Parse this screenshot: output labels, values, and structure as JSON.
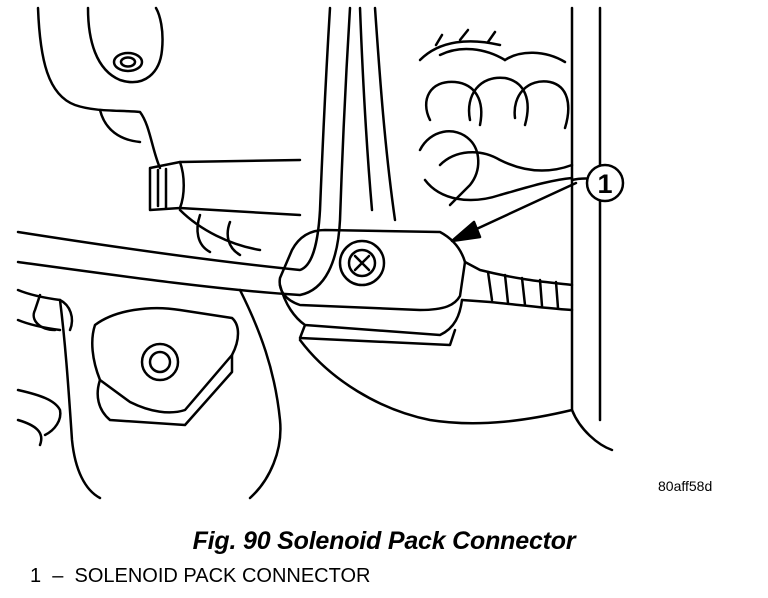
{
  "figure": {
    "callout_number": "1",
    "image_code": "80aff58d",
    "caption": "Fig. 90 Solenoid Pack Connector",
    "legend": [
      {
        "number": "1",
        "separator": "–",
        "label": "SOLENOID PACK CONNECTOR"
      }
    ]
  }
}
